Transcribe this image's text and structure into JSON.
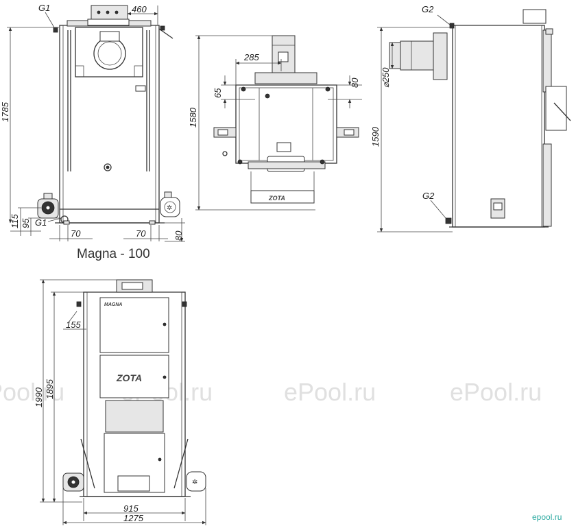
{
  "title": "Magna - 100",
  "watermark": "ePool.ru",
  "corner_watermark": "epool.ru",
  "brand": {
    "logo": "ZOTA",
    "small": "MAGNA"
  },
  "front_view": {
    "labels": {
      "g1_top": "G1",
      "g1_bottom": "G1"
    },
    "dims": {
      "d460": "460",
      "d1785": "1785",
      "d115": "115",
      "d95": "95",
      "d70_left": "70",
      "d70_right": "70",
      "d80": "80"
    }
  },
  "middle_view": {
    "dims": {
      "d285": "285",
      "d65": "65",
      "d80": "80",
      "d1580": "1580"
    }
  },
  "side_view": {
    "labels": {
      "g2_top": "G2",
      "g2_bottom": "G2"
    },
    "dims": {
      "d250": "⌀250",
      "d1590": "1590"
    }
  },
  "bottom_view": {
    "dims": {
      "d155": "155",
      "d1990": "1990",
      "d1895": "1895",
      "d915": "915",
      "d1275": "1275"
    }
  }
}
